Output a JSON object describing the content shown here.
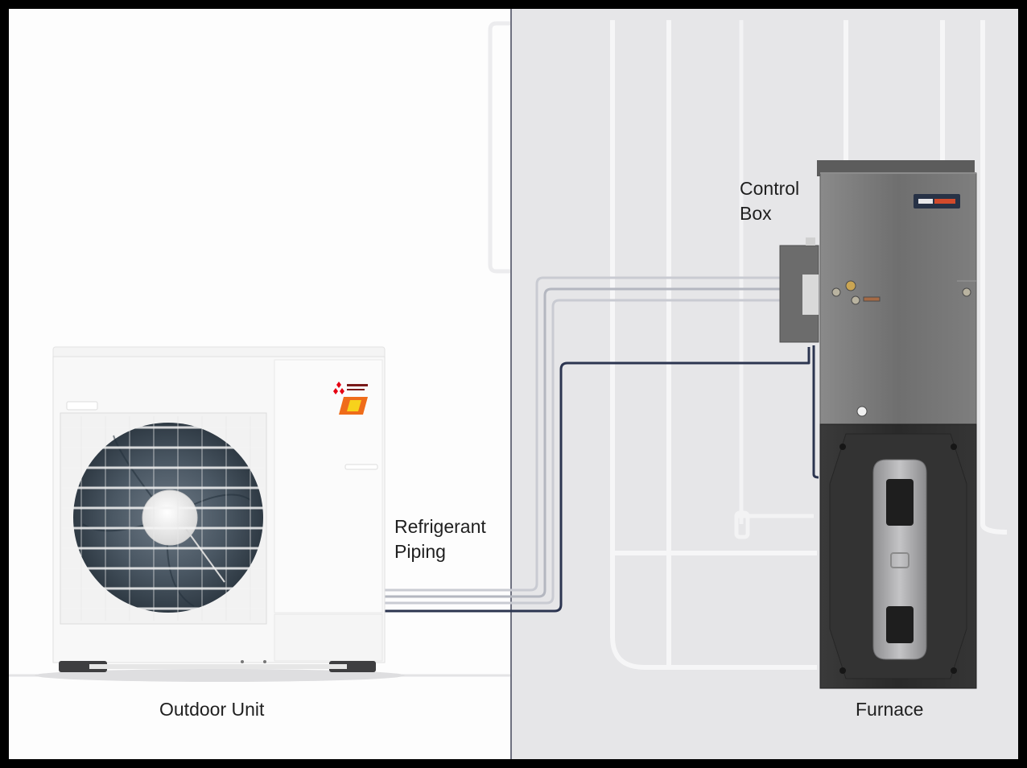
{
  "labels": {
    "control_box": [
      "Control",
      "Box"
    ],
    "refrigerant_piping": [
      "Refrigerant",
      "Piping"
    ],
    "outdoor_unit": "Outdoor Unit",
    "furnace": "Furnace"
  },
  "colors": {
    "frame": "#000000",
    "outdoor_background": "#ffffff",
    "indoor_background": "#e6e6e8",
    "wall_line": "#6f7180",
    "pipe_light": "#c9cbd2",
    "pipe_dark": "#2c3550",
    "furnace_upper": "#6f6f6f",
    "furnace_lower": "#2e2e2e",
    "brand_red": "#e60012",
    "badge_orange": "#ef6c1a"
  },
  "icons": {
    "outdoor_unit_logo": "three-diamond-logo-icon",
    "outdoor_unit_badge": "hyper-heat-badge-icon",
    "furnace_badge": "brand-plate-icon"
  }
}
